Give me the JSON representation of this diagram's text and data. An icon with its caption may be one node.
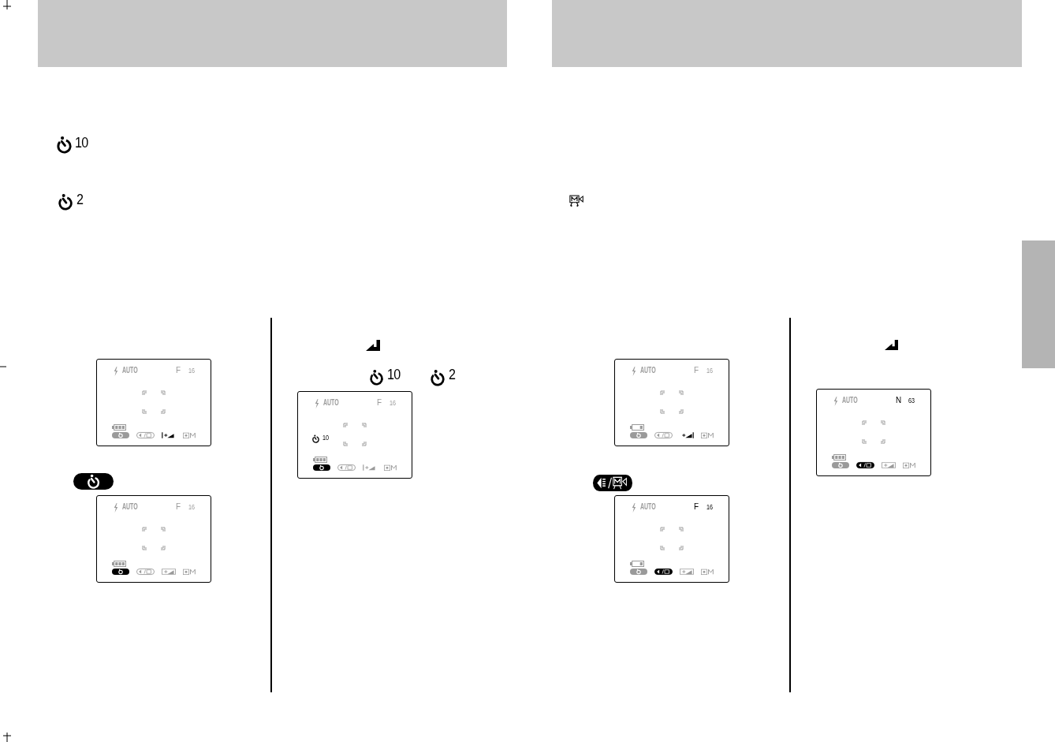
{
  "diagram": {
    "nodes": [
      {
        "text": [],
        "shape": "box"
      },
      {
        "text": [
          "AUTO",
          "F",
          "16"
        ]
      },
      {
        "text": [
          "AUTO",
          "F",
          "16"
        ]
      },
      {
        "text": [
          "AUTO",
          "F",
          "16",
          "10"
        ]
      },
      {
        "text": [],
        "shape": "box"
      },
      {
        "text": [
          "AUTO",
          "F",
          "16"
        ]
      },
      {
        "text": [
          "AUTO",
          "F",
          "16"
        ]
      },
      {
        "text": [
          "AUTO",
          "N",
          "63"
        ]
      },
      {
        "text": [],
        "shape": "box"
      }
    ],
    "labels": [
      "10",
      "2",
      "10",
      "2"
    ]
  }
}
